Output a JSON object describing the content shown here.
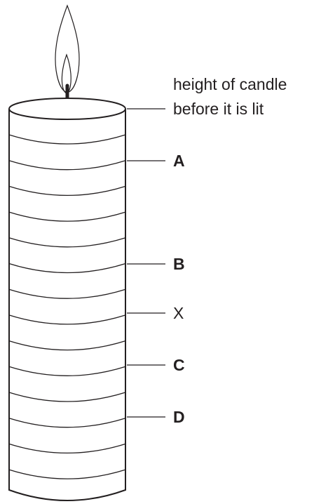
{
  "diagram": {
    "top_label_line1": "height of candle",
    "top_label_line2": "before it is lit",
    "markers": [
      {
        "id": "A",
        "label": "A",
        "bold": true
      },
      {
        "id": "B",
        "label": "B",
        "bold": true
      },
      {
        "id": "X",
        "label": "X",
        "bold": false
      },
      {
        "id": "C",
        "label": "C",
        "bold": true
      },
      {
        "id": "D",
        "label": "D",
        "bold": true
      }
    ],
    "colors": {
      "stroke": "#231f20",
      "fill": "#ffffff"
    }
  }
}
